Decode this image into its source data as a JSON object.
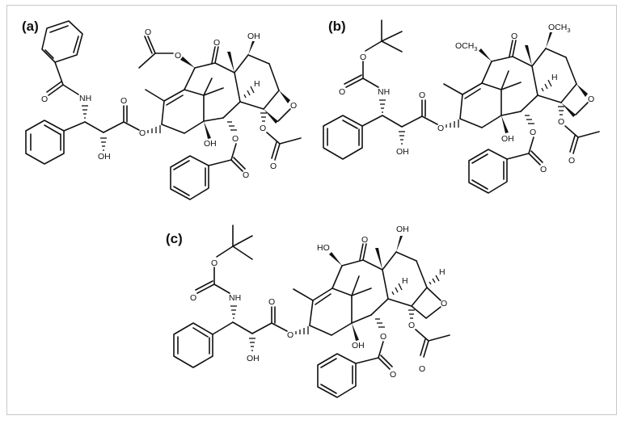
{
  "figure": {
    "panels": [
      {
        "label": "(a)",
        "atoms": {
          "o_benzamide": "O",
          "nh": "NH",
          "o_ester_carbonyl": "O",
          "oh_side": "OH",
          "o_ester": "O",
          "o_acetyl_c10_carbonyl": "O",
          "o_acetyl_c10": "O",
          "o_ketone": "O",
          "oh_c7": "OH",
          "h_c3": "H",
          "o_oxetane": "O",
          "oh_c1": "OH",
          "o_benzoate": "O",
          "o_benzoate_carbonyl": "O",
          "o_acetyl_c4": "O",
          "o_acetyl_c4_carbonyl": "O"
        }
      },
      {
        "label": "(b)",
        "atoms": {
          "o_boc": "O",
          "o_boc_carbonyl": "O",
          "nh": "NH",
          "o_ester_carbonyl": "O",
          "oh_side": "OH",
          "o_ester": "O",
          "och3_c10": "OCH",
          "och3_c10_sub": "3",
          "o_ketone": "O",
          "och3_c7": "OCH",
          "och3_c7_sub": "3",
          "h_c3": "H",
          "o_oxetane": "O",
          "oh_c1": "OH",
          "o_benzoate": "O",
          "o_benzoate_carbonyl": "O",
          "o_acetyl_c4": "O",
          "o_acetyl_c4_carbonyl": "O"
        }
      },
      {
        "label": "(c)",
        "atoms": {
          "o_boc": "O",
          "o_boc_carbonyl": "O",
          "nh": "NH",
          "o_ester_carbonyl": "O",
          "oh_side": "OH",
          "o_ester": "O",
          "ho_c10": "HO",
          "o_ketone": "O",
          "oh_c7": "OH",
          "h_c3": "H",
          "h_c5": "H",
          "o_oxetane": "O",
          "oh_c1": "OH",
          "o_benzoate": "O",
          "o_benzoate_carbonyl": "O",
          "o_acetyl_c4": "O",
          "o_acetyl_c4_carbonyl": "O"
        }
      }
    ],
    "colors": {
      "line": "#111111",
      "border": "#c8c8c8",
      "background": "#ffffff"
    }
  }
}
